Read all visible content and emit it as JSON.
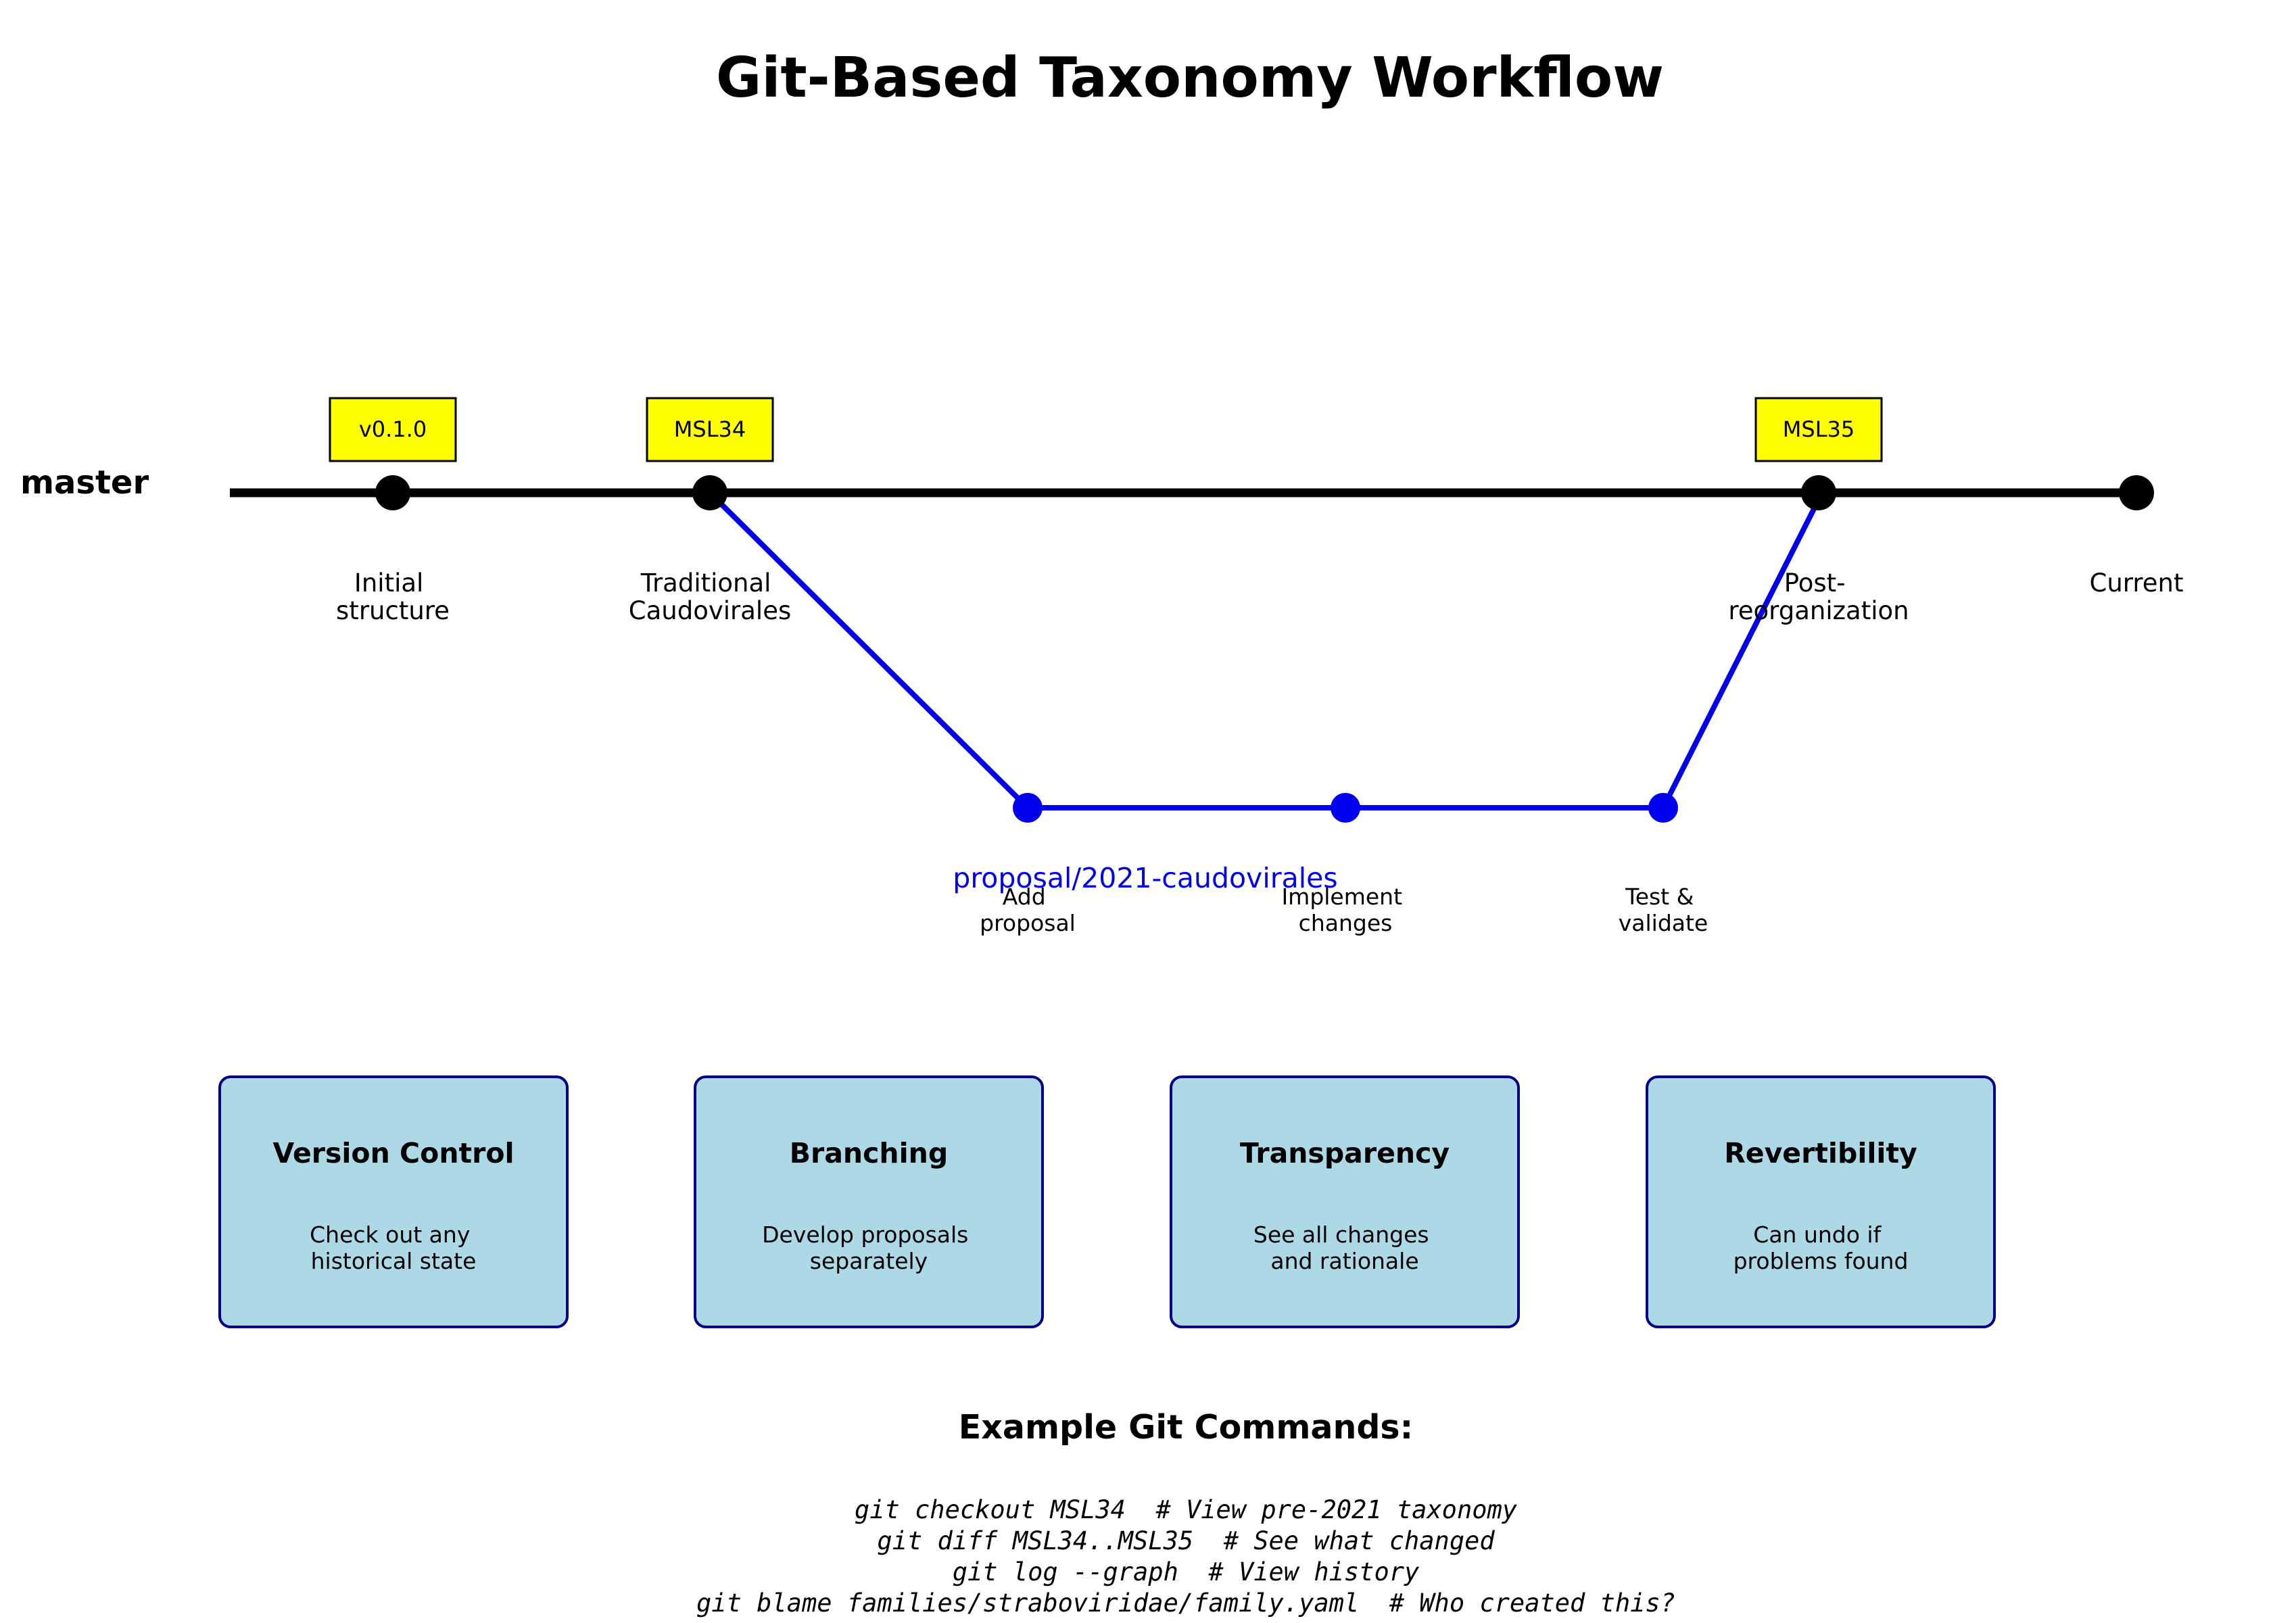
{
  "title": "Git-Based Taxonomy Workflow",
  "master_branch": {
    "name": "master",
    "commits": [
      {
        "label": [
          "Initial",
          "structure"
        ],
        "tag": "v0.1.0"
      },
      {
        "label": [
          "Traditional",
          "Caudovirales"
        ],
        "tag": "MSL34"
      },
      {
        "label": [
          "Post-",
          "reorganization"
        ],
        "tag": "MSL35"
      },
      {
        "label": [
          "Current"
        ],
        "tag": null
      }
    ]
  },
  "proposal_branch": {
    "name": "proposal/2021-caudovirales",
    "commits": [
      {
        "label": [
          "Add",
          "proposal"
        ]
      },
      {
        "label": [
          "Implement",
          "changes"
        ]
      },
      {
        "label": [
          "Test &",
          "validate"
        ]
      }
    ]
  },
  "features": [
    {
      "title": "Version Control",
      "desc": [
        "Check out any",
        "historical state"
      ]
    },
    {
      "title": "Branching",
      "desc": [
        "Develop proposals",
        "separately"
      ]
    },
    {
      "title": "Transparency",
      "desc": [
        "See all changes",
        "and rationale"
      ]
    },
    {
      "title": "Revertibility",
      "desc": [
        "Can undo if",
        "problems found"
      ]
    }
  ],
  "commands_heading": "Example Git Commands:",
  "commands": [
    "git checkout MSL34  # View pre-2021 taxonomy",
    "git diff MSL34..MSL35  # See what changed",
    "git log --graph  # View history",
    "git blame families/straboviridae/family.yaml  # Who created this?"
  ],
  "colors": {
    "master_line": "#000000",
    "branch_line": "#0000ee",
    "tag_fill": "#ffff00",
    "card_fill": "#add8e6",
    "card_border": "#00008b"
  }
}
